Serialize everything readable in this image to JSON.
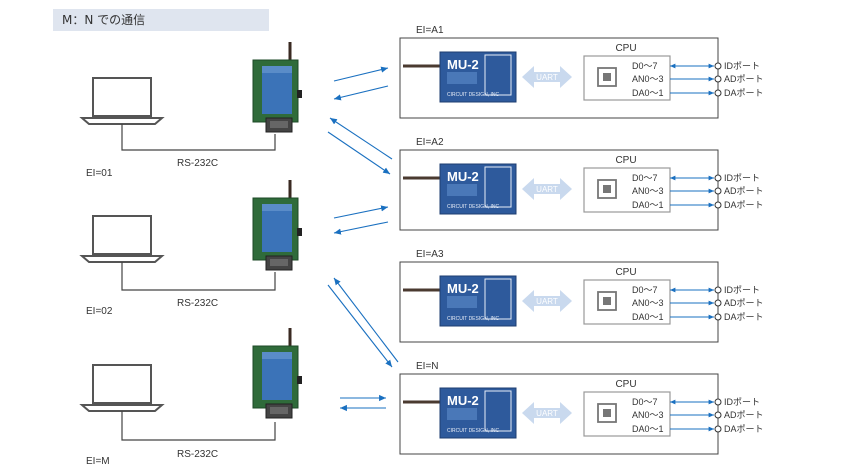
{
  "title": "M：N での通信",
  "pc_side": [
    {
      "ei_label": "EI=01",
      "cable_label": "RS-232C"
    },
    {
      "ei_label": "EI=02",
      "cable_label": "RS-232C"
    },
    {
      "ei_label": "EI=M",
      "cable_label": "RS-232C"
    }
  ],
  "modem_text": {
    "model": "MU-2",
    "maker": "CIRCUIT DESIGN, INC"
  },
  "device_side": [
    {
      "ei_label": "EI=A1"
    },
    {
      "ei_label": "EI=A2"
    },
    {
      "ei_label": "EI=A3"
    },
    {
      "ei_label": "EI=N"
    }
  ],
  "device_block": {
    "uart_label": "UART",
    "cpu_label": "CPU",
    "pins": [
      "D0～7",
      "AN0～3",
      "DA0～1"
    ],
    "ports": [
      "IDポート",
      "ADポート",
      "DAポート"
    ]
  },
  "colors": {
    "arrow": "#1a70c0",
    "title_bg": "#dfe5ef",
    "modem_blue": "#2e5a9c",
    "uart_arrow": "#c9d9ee",
    "board_green": "#2f6b3a"
  },
  "icons": [
    "laptop-icon",
    "radio-board-icon",
    "radio-module-icon",
    "chip-icon",
    "bidirectional-arrow-icon"
  ]
}
